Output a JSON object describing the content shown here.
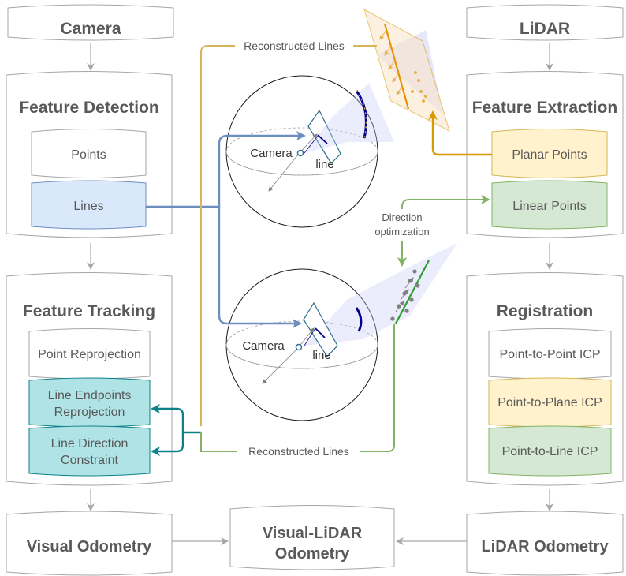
{
  "camera": {
    "title": "Camera",
    "detection_title": "Feature Detection",
    "points": "Points",
    "lines": "Lines",
    "tracking_title": "Feature Tracking",
    "point_reprojection": "Point Reprojection",
    "line_endpoints_1": "Line Endpoints",
    "line_endpoints_2": "Reprojection",
    "line_direction_1": "Line Direction",
    "line_direction_2": "Constraint",
    "visual_odometry": "Visual Odometry"
  },
  "lidar": {
    "title": "LiDAR",
    "extraction_title": "Feature Extraction",
    "planar_points": "Planar Points",
    "linear_points": "Linear Points",
    "registration_title": "Registration",
    "p2p": "Point-to-Point ICP",
    "p2plane": "Point-to-Plane ICP",
    "p2line": "Point-to-Line ICP",
    "lidar_odometry": "LiDAR Odometry"
  },
  "fusion": {
    "line1": "Visual-LiDAR",
    "line2": "Odometry"
  },
  "middle": {
    "reconstructed_top": "Reconstructed Lines",
    "reconstructed_bottom": "Reconstructed Lines",
    "direction_1": "Direction",
    "direction_2": "optimization",
    "camera_top": "Camera",
    "line_top": "line",
    "camera_bottom": "Camera",
    "line_bottom": "line"
  },
  "colors": {
    "gray_border": "#a6a6a6",
    "blue_arrow": "#6c8ebf",
    "yellow_arrow": "#d6b656",
    "orange_arrow": "#d79b00",
    "green_arrow": "#82b366",
    "teal_arrow": "#0e8088",
    "lines_fill": "#dae8fc",
    "teal_fill": "#b0e3e6",
    "yellow_fill": "#fff2cc",
    "green_fill": "#d5e8d4"
  }
}
